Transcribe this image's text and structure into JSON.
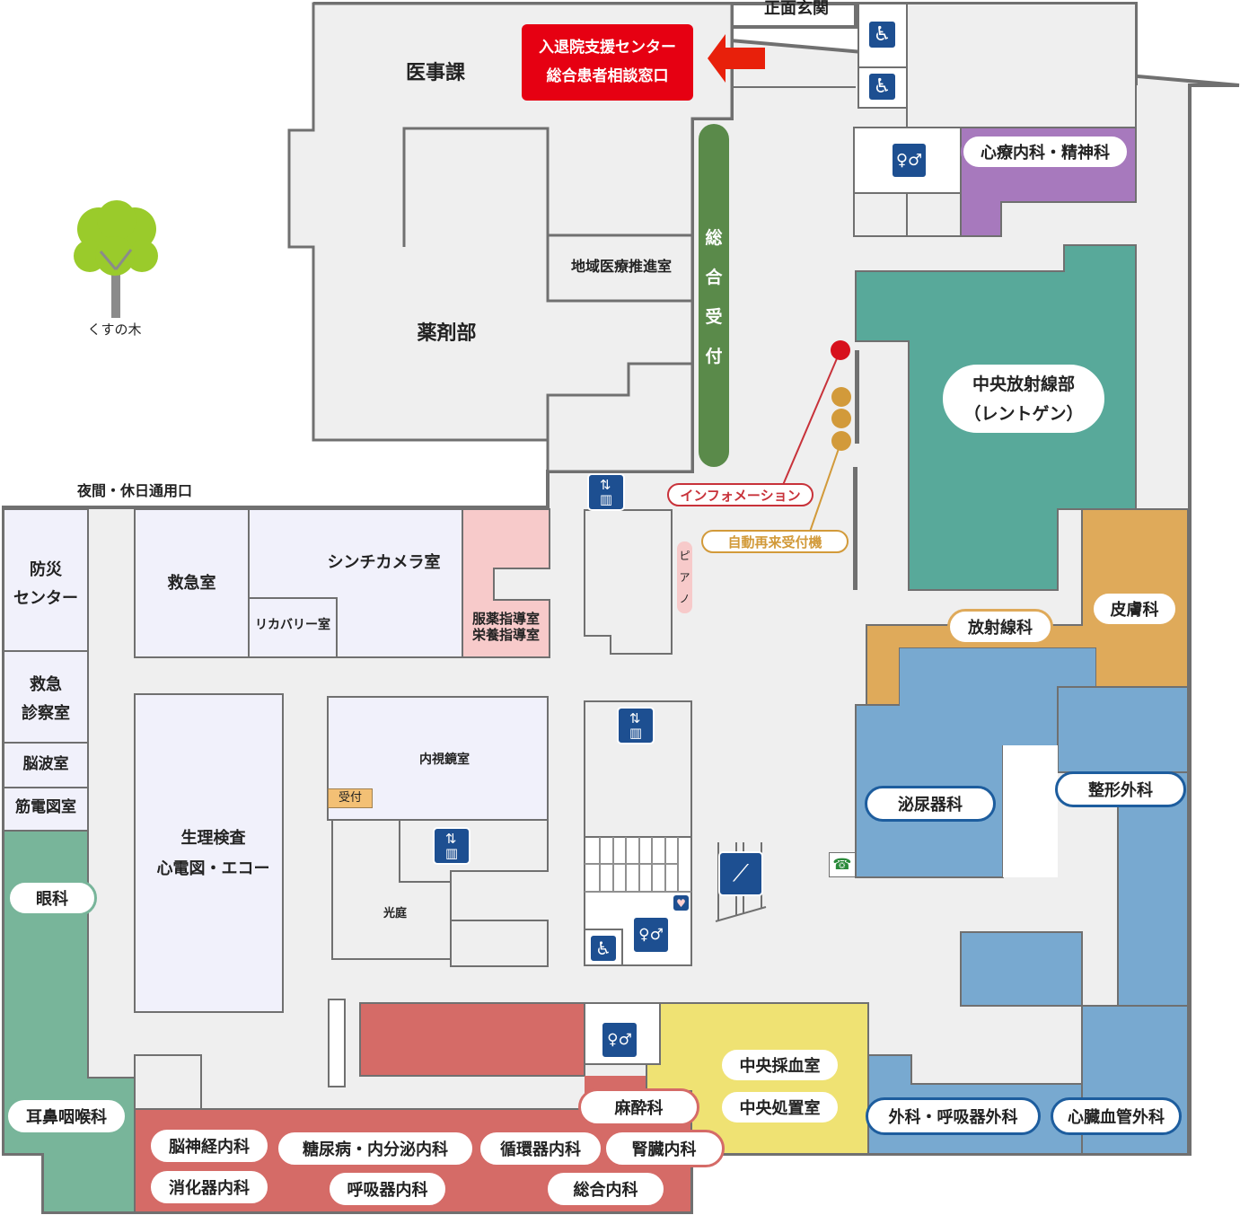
{
  "entrances": {
    "main": "正面玄関",
    "night": "夜間・休日通用口"
  },
  "highlight": {
    "line1": "入退院支援センター",
    "line2": "総合患者相談窓口",
    "color": "#e60012"
  },
  "reception": {
    "chars": [
      "総",
      "合",
      "受",
      "付"
    ],
    "color": "#5a8a4a"
  },
  "rooms": {
    "ijika": "医事課",
    "yakuzai": "薬剤部",
    "chiiki": "地域医療推進室",
    "bousai1": "防災",
    "bousai2": "センター",
    "kyukyu_shinsatsu1": "救急",
    "kyukyu_shinsatsu2": "診察室",
    "nouha": "脳波室",
    "kinden": "筋電図室",
    "kyukyu": "救急室",
    "shinchi": "シンチカメラ室",
    "recovery": "リカバリー室",
    "fukuyaku1": "服薬指導室",
    "fukuyaku2": "栄養指導室",
    "seiri1": "生理検査",
    "seiri2": "心電図・エコー",
    "naishikyo": "内視鏡室",
    "uketsuke": "受付",
    "kotei": "光庭",
    "piano": [
      "ピ",
      "ア",
      "ノ"
    ]
  },
  "tree_label": "くすの木",
  "info": {
    "information": "インフォメーション",
    "auto_reception": "自動再来受付機",
    "info_color": "#c8323a",
    "auto_color": "#d29a3a"
  },
  "departments": {
    "shinryo": "心療内科・精神科",
    "hoshasen_center1": "中央放射線部",
    "hoshasen_center2": "（レントゲン）",
    "hoshasen": "放射線科",
    "hifu": "皮膚科",
    "hinyoki": "泌尿器科",
    "seikei": "整形外科",
    "geka": "外科・呼吸器外科",
    "shinzo": "心臓血管外科",
    "saiketsu": "中央採血室",
    "shochi": "中央処置室",
    "masui": "麻酔科",
    "ganka": "眼科",
    "jibi": "耳鼻咽喉科",
    "noshinkei": "脳神経内科",
    "shoka": "消化器内科",
    "tonyo": "糖尿病・内分泌内科",
    "kokyuki": "呼吸器内科",
    "junkanki": "循環器内科",
    "jinzo": "腎臓内科",
    "sogo": "総合内科"
  },
  "colors": {
    "purple": "#a779bd",
    "teal": "#58a99a",
    "orange": "#dfaa5a",
    "blue": "#78a9d0",
    "yellow": "#efe273",
    "red": "#d56b67",
    "green": "#78b59a",
    "pink": "#f7caca",
    "lavender": "#f1f1fb",
    "gray": "#efefef",
    "wall": "#707070",
    "icon": "#1d4f91"
  },
  "icons": [
    "wheelchair-icon",
    "accessible-toilet-icon",
    "restroom-icon",
    "elevator-icon",
    "escalator-icon",
    "aed-icon",
    "phone-icon"
  ]
}
